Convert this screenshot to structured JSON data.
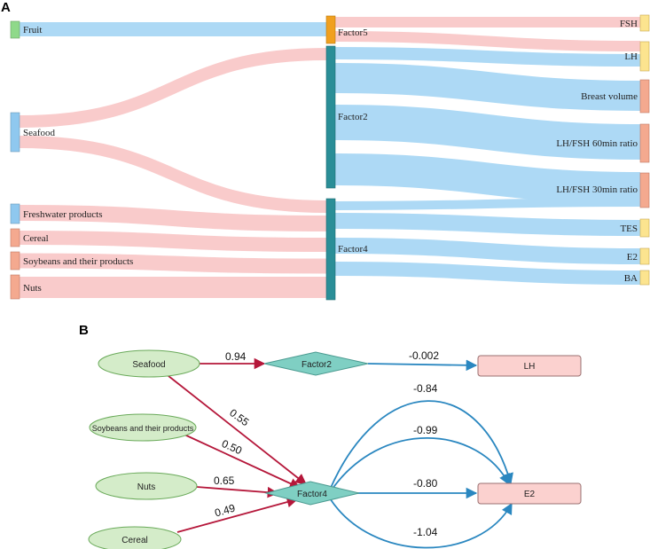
{
  "panel_a": {
    "label": "A",
    "sources": {
      "fruit": "Fruit",
      "seafood": "Seafood",
      "freshwater": "Freshwater products",
      "cereal": "Cereal",
      "soybeans": "Soybeans and their products",
      "nuts": "Nuts"
    },
    "factors": {
      "factor5": "Factor5",
      "factor2": "Factor2",
      "factor4": "Factor4"
    },
    "targets": {
      "fsh": "FSH",
      "lh": "LH",
      "breast_volume": "Breast volume",
      "lhfsh60": "LH/FSH 60min ratio",
      "lhfsh30": "LH/FSH 30min ratio",
      "tes": "TES",
      "e2": "E2",
      "ba": "BA"
    },
    "colors": {
      "pink_link": "#f9c9c9",
      "blue_link": "#a9d8f5",
      "fruit_node": "#8fd98a",
      "seafood_node": "#8fc8ef",
      "other_source_node": "#f4a98f",
      "factor5_node": "#f0a020",
      "factor_node": "#2a8e97",
      "yellow_target": "#fce48f",
      "salmon_target": "#f4a98f"
    }
  },
  "panel_b": {
    "label": "B",
    "nodes": {
      "seafood": "Seafood",
      "soybeans": "Soybeans and their products",
      "nuts": "Nuts",
      "cereal": "Cereal",
      "factor2": "Factor2",
      "factor4": "Factor4",
      "lh": "LH",
      "e2": "E2"
    },
    "coefficients": {
      "seafood_factor2": "0.94",
      "seafood_factor4": "0.55",
      "soybeans_factor4": "0.50",
      "nuts_factor4": "0.65",
      "cereal_factor4": "0.49",
      "factor2_lh": "-0.002",
      "factor4_e2_a": "-0.84",
      "factor4_e2_b": "-0.99",
      "factor4_e2_c": "-0.80",
      "factor4_e2_d": "-1.04"
    },
    "colors": {
      "ellipse_fill": "#d4ecc9",
      "ellipse_stroke": "#6aaa5a",
      "diamond_fill": "#7fcfc3",
      "diamond_stroke": "#4a9a90",
      "rect_fill": "#fbd1cf",
      "rect_stroke": "#9a7070",
      "red_arrow": "#b5173a",
      "blue_arrow": "#2a87c0"
    }
  }
}
